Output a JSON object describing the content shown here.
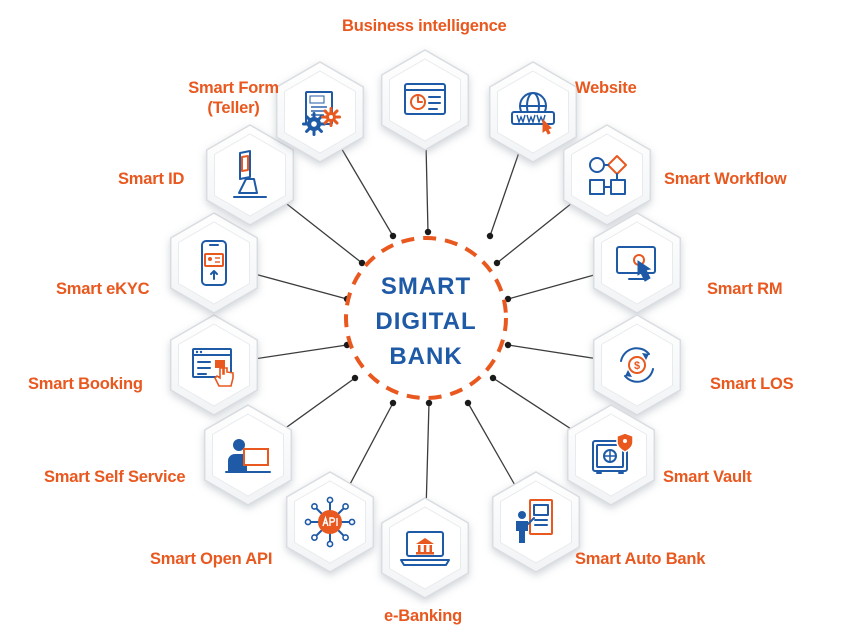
{
  "center": {
    "lines": [
      "SMART",
      "DIGITAL",
      "BANK"
    ]
  },
  "colors": {
    "accent_orange": "#e8581f",
    "primary_blue": "#1f5aa6",
    "line_gray": "#3c3c3c",
    "hex_fill": "#ffffff",
    "hex_shadow": "#d9dce0"
  },
  "modules": [
    {
      "label": "Business intelligence",
      "icon": "business-intelligence-icon"
    },
    {
      "label": "Website",
      "icon": "website-www-icon"
    },
    {
      "label": "Smart Workflow",
      "icon": "workflow-icon"
    },
    {
      "label": "Smart RM",
      "icon": "touch-screen-icon"
    },
    {
      "label": "Smart LOS",
      "icon": "loan-cycle-icon"
    },
    {
      "label": "Smart Vault",
      "icon": "vault-safe-icon"
    },
    {
      "label": "Smart Auto Bank",
      "icon": "auto-bank-kiosk-icon"
    },
    {
      "label": "e-Banking",
      "icon": "laptop-bank-icon"
    },
    {
      "label": "Smart Open API",
      "icon": "api-icon"
    },
    {
      "label": "Smart Self Service",
      "icon": "self-service-icon"
    },
    {
      "label": "Smart Booking",
      "icon": "booking-icon"
    },
    {
      "label": "Smart eKYC",
      "icon": "ekyc-phone-icon"
    },
    {
      "label": "Smart ID",
      "icon": "id-kiosk-icon"
    },
    {
      "label": "Smart Form\n(Teller)",
      "icon": "smart-form-icon"
    }
  ]
}
